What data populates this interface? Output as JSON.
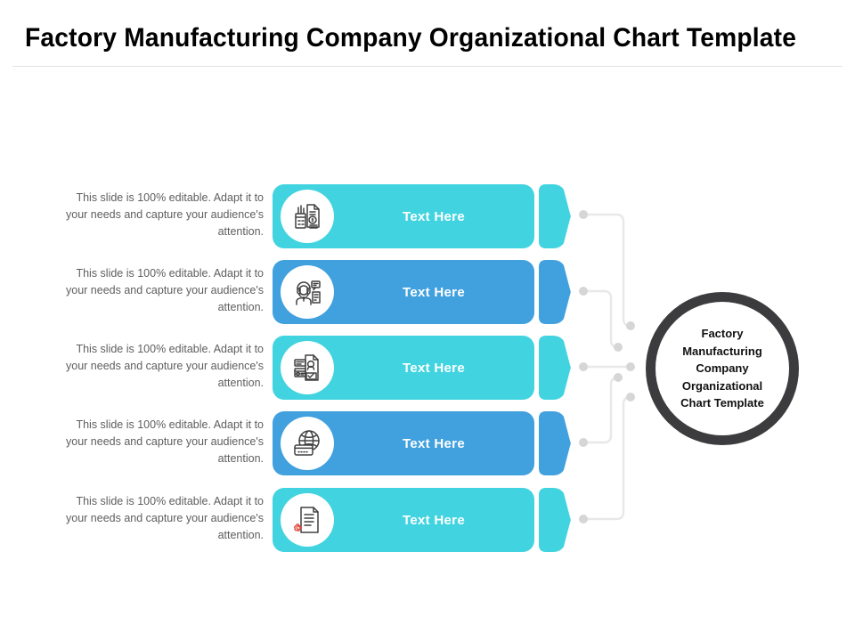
{
  "header": {
    "title": "Factory Manufacturing Company Organizational Chart Template"
  },
  "colors": {
    "cyan": "#41d4e0",
    "blue": "#41a0de",
    "connector_line": "#e8e8e8",
    "connector_dot": "#d6d6d6",
    "circle_border": "#3c3c3e",
    "body_text": "#5e5e5e",
    "title_text": "#000000",
    "divider": "#e3e3e3",
    "icon_stroke": "#404040",
    "icon_accent": "#e0473c"
  },
  "center_node": {
    "label": "Factory Manufacturing Company Organizational Chart Template",
    "shape": "circle"
  },
  "shared": {
    "description": "This slide is 100% editable. Adapt it to your needs and capture your audience's attention.",
    "bar_label": "Text Here"
  },
  "rows": [
    {
      "index": 1,
      "description": "This slide is 100% editable. Adapt it to your needs and capture your audience's attention.",
      "bar_label": "Text Here",
      "color": "#41d4e0",
      "icon_name": "invoice-calculator-icon"
    },
    {
      "index": 2,
      "description": "This slide is 100% editable. Adapt it to your needs and capture your audience's attention.",
      "bar_label": "Text Here",
      "color": "#41a0de",
      "icon_name": "support-agent-headset-icon"
    },
    {
      "index": 3,
      "description": "This slide is 100% editable. Adapt it to your needs and capture your audience's attention.",
      "bar_label": "Text Here",
      "color": "#41d4e0",
      "icon_name": "document-profile-card-icon"
    },
    {
      "index": 4,
      "description": "This slide is 100% editable. Adapt it to your needs and capture your audience's attention.",
      "bar_label": "Text Here",
      "color": "#41a0de",
      "icon_name": "globe-credit-card-icon"
    },
    {
      "index": 5,
      "description": "This slide is 100% editable. Adapt it to your needs and capture your audience's attention.",
      "bar_label": "Text Here",
      "color": "#41d4e0",
      "icon_name": "document-settings-gear-icon"
    }
  ]
}
